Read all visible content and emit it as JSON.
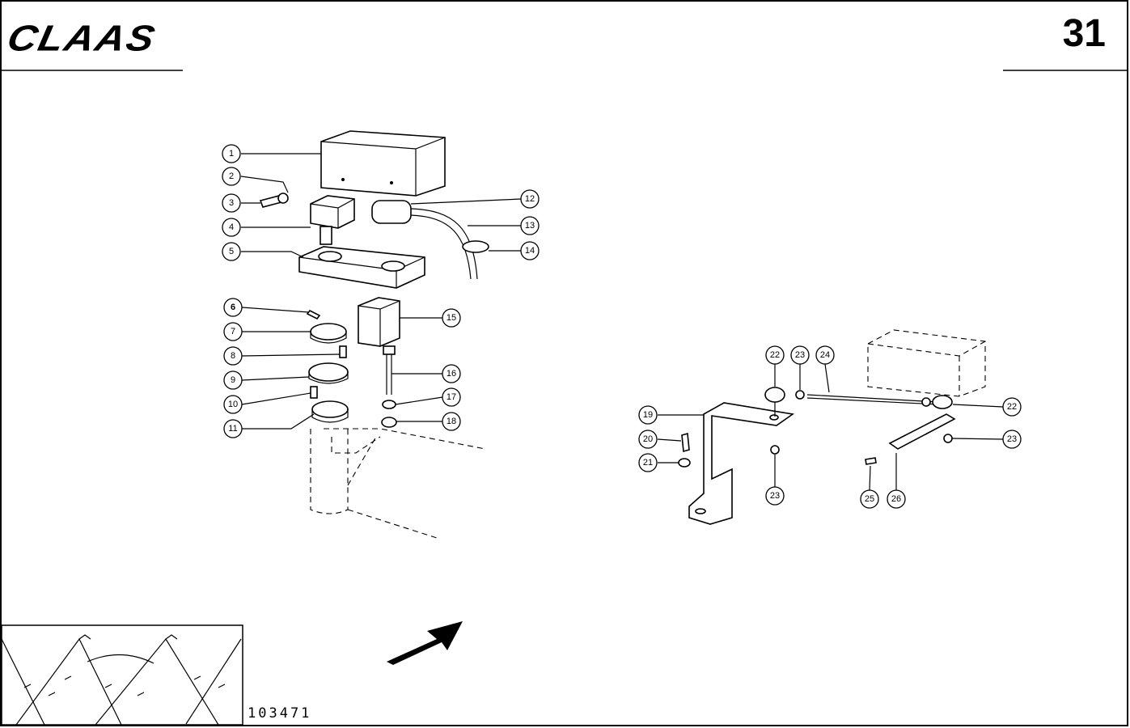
{
  "header": {
    "brand": "CLAAS",
    "page_number": "31"
  },
  "footer": {
    "drawing_number": "103471"
  },
  "callouts": [
    "1",
    "2",
    "3",
    "4",
    "5",
    "6",
    "7",
    "8",
    "9",
    "10",
    "11",
    "12",
    "13",
    "14",
    "15",
    "16",
    "17",
    "18",
    "19",
    "20",
    "21",
    "22",
    "23",
    "24",
    "22",
    "23",
    "23",
    "25",
    "26"
  ]
}
